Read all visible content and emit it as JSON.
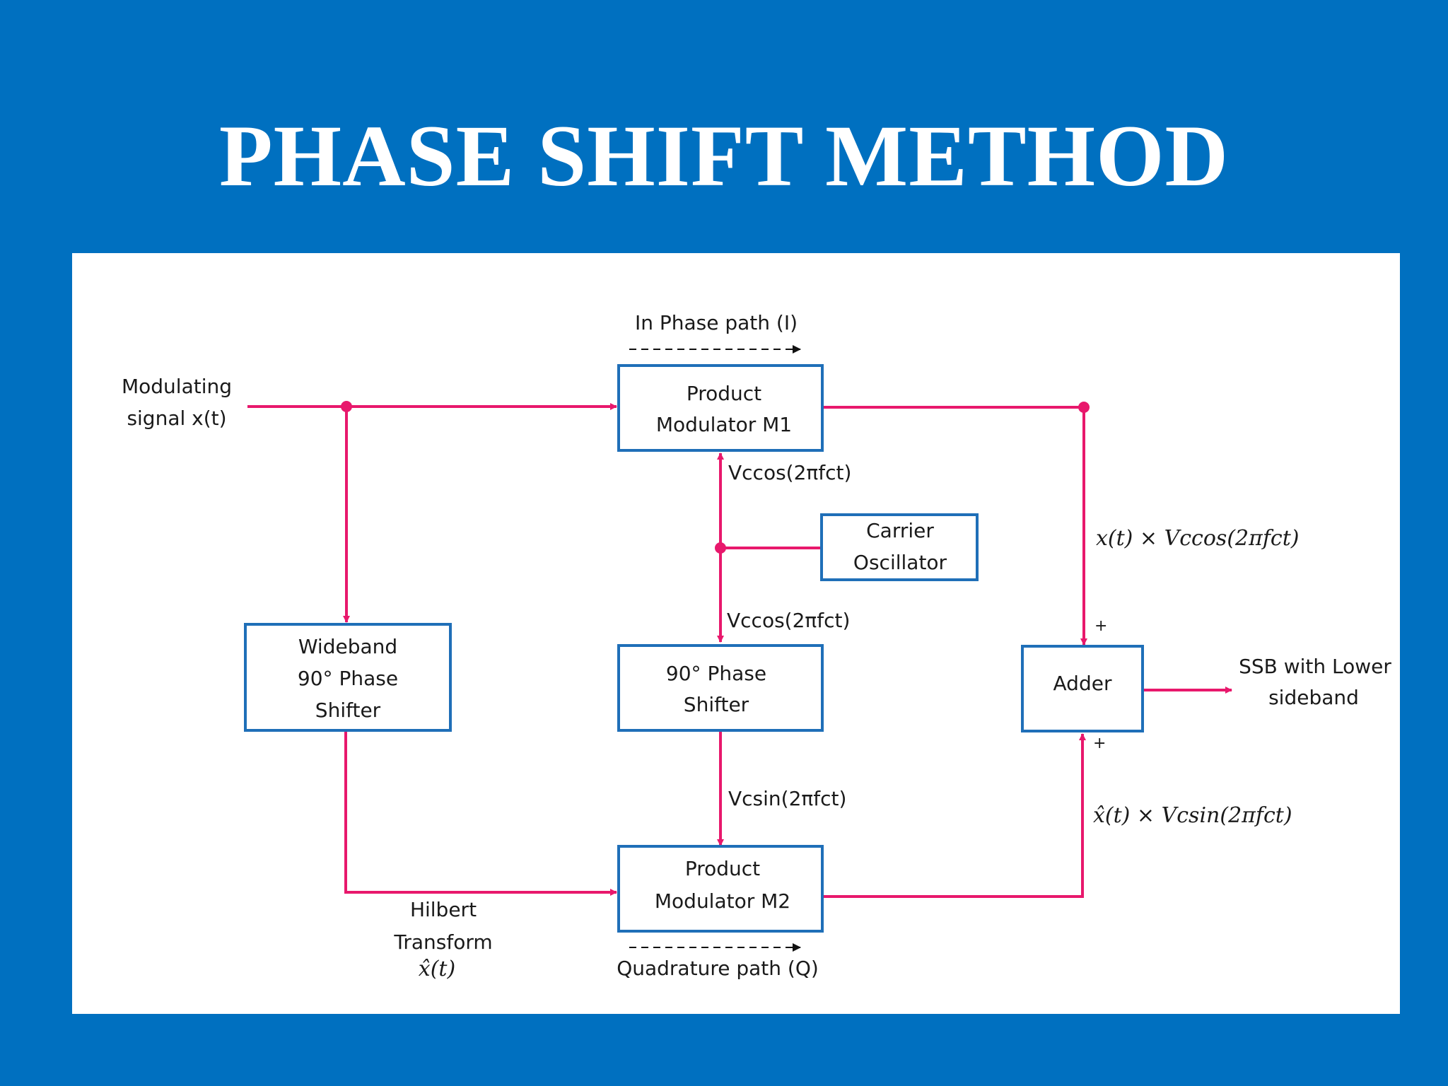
{
  "title": "PHASE SHIFT METHOD",
  "colors": {
    "background": "#0070C0",
    "panel": "#ffffff",
    "signal_line": "#E8186C",
    "box_border": "#1F6FB8",
    "text": "#1a1a1a"
  },
  "labels": {
    "in_phase_path": "In Phase path (I)",
    "quadrature_path": "Quadrature path (Q)",
    "modulating_line1": "Modulating",
    "modulating_line2": "signal x(t)",
    "carrier_top": "Vccos(2πfct)",
    "carrier_mid": "Vccos(2πfct)",
    "carrier_sin": "Vcsin(2πfct)",
    "upper_product": "x(t) × Vccos(2πfct)",
    "lower_product": "x̂(t) × Vcsin(2πfct)",
    "plus_top": "+",
    "plus_bottom": "+",
    "output_line1": "SSB with Lower",
    "output_line2": "sideband",
    "hilbert_line1": "Hilbert",
    "hilbert_line2": "Transform",
    "hilbert_line3": "x̂(t)"
  },
  "blocks": {
    "product_mod_1": {
      "line1": "Product",
      "line2": "Modulator M1"
    },
    "product_mod_2": {
      "line1": "Product",
      "line2": "Modulator M2"
    },
    "carrier_osc": {
      "line1": "Carrier",
      "line2": "Oscillator"
    },
    "wideband_shifter": {
      "line1": "Wideband",
      "line2": "90° Phase",
      "line3": "Shifter"
    },
    "phase_shifter": {
      "line1": "90° Phase",
      "line2": "Shifter"
    },
    "adder": {
      "line1": "Adder"
    }
  }
}
